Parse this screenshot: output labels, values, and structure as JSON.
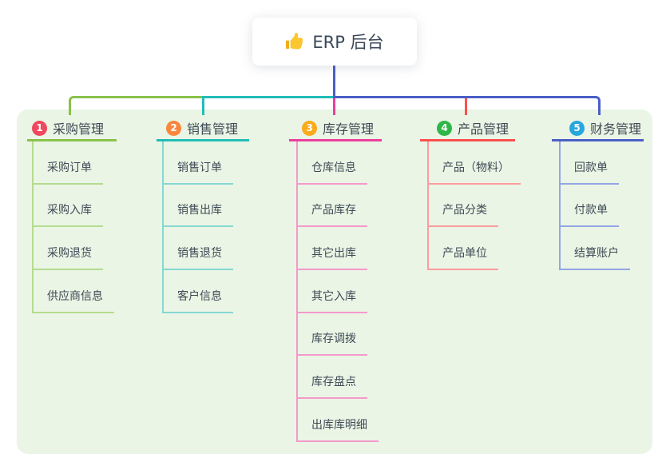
{
  "root": {
    "label": "ERP 后台",
    "icon": "thumbs-up"
  },
  "branches": [
    {
      "number": "1",
      "label": "采购管理",
      "badge_color": "#f0485f",
      "line_color": "#8ac24a",
      "child_line_color": "#b5db90",
      "children": [
        "采购订单",
        "采购入库",
        "采购退货",
        "供应商信息"
      ]
    },
    {
      "number": "2",
      "label": "销售管理",
      "badge_color": "#f8873d",
      "line_color": "#22bdb7",
      "child_line_color": "#85d8d3",
      "children": [
        "销售订单",
        "销售出库",
        "销售退货",
        "客户信息"
      ]
    },
    {
      "number": "3",
      "label": "库存管理",
      "badge_color": "#fbab1b",
      "line_color": "#eb3f9c",
      "child_line_color": "#f598cb",
      "children": [
        "仓库信息",
        "产品库存",
        "其它出库",
        "其它入库",
        "库存调拨",
        "库存盘点",
        "出库库明细"
      ]
    },
    {
      "number": "4",
      "label": "产品管理",
      "badge_color": "#2eb648",
      "line_color": "#fb5050",
      "child_line_color": "#fb9d9d",
      "children": [
        "产品（物料）",
        "产品分类",
        "产品单位"
      ]
    },
    {
      "number": "5",
      "label": "财务管理",
      "badge_color": "#28a6de",
      "line_color": "#4a5fc6",
      "child_line_color": "#93a6e5",
      "children": [
        "回款单",
        "付款单",
        "结算账户"
      ]
    }
  ],
  "colors": {
    "canvas_bg": "#ffffff",
    "container_bg": "#eaf5e5",
    "root_connector": "#4a5fc6",
    "text": "#3f4a56"
  }
}
